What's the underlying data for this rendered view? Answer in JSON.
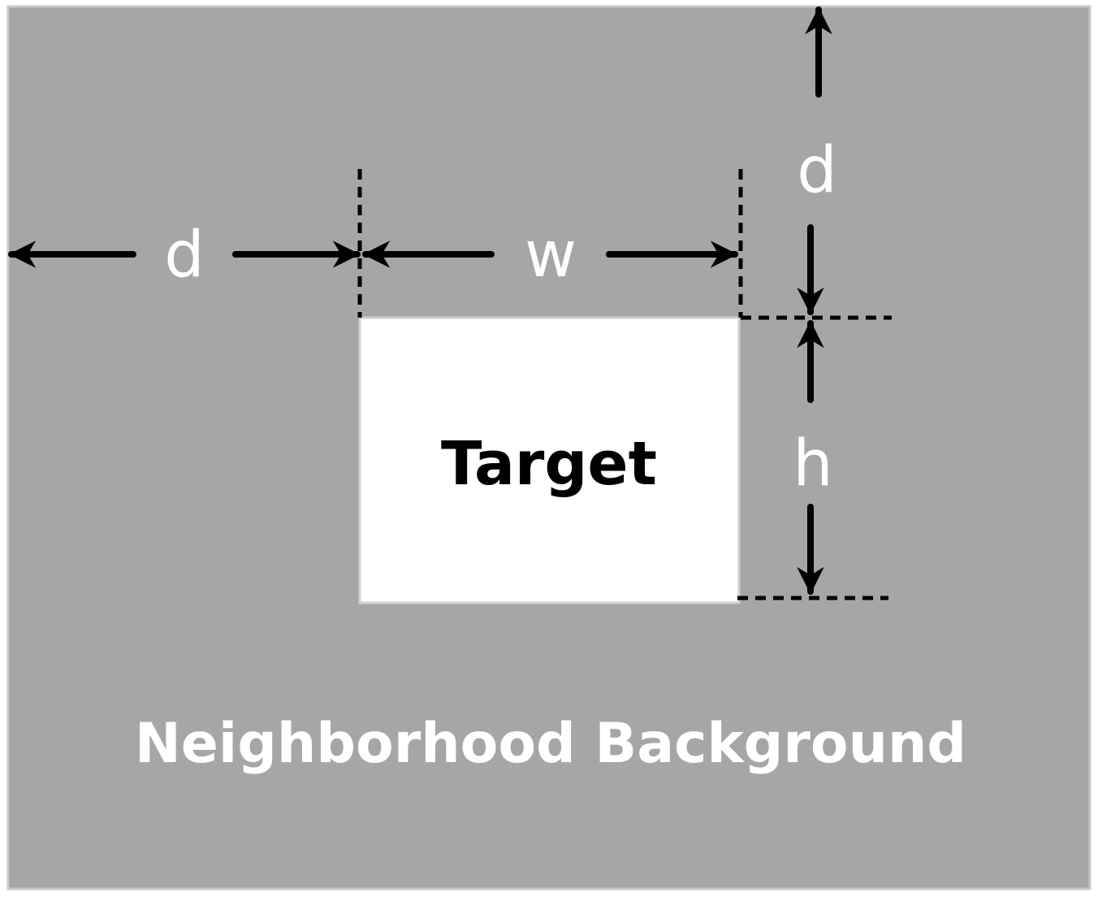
{
  "background_label": "Neighborhood Background",
  "target_label": "Target",
  "dimensions": {
    "left_margin": "d",
    "width": "w",
    "top_margin": "d",
    "height": "h"
  },
  "colors": {
    "background": "#a6a6a6",
    "target_fill": "#ffffff",
    "arrow": "#000000",
    "label_white": "#ffffff",
    "label_black": "#000000"
  }
}
